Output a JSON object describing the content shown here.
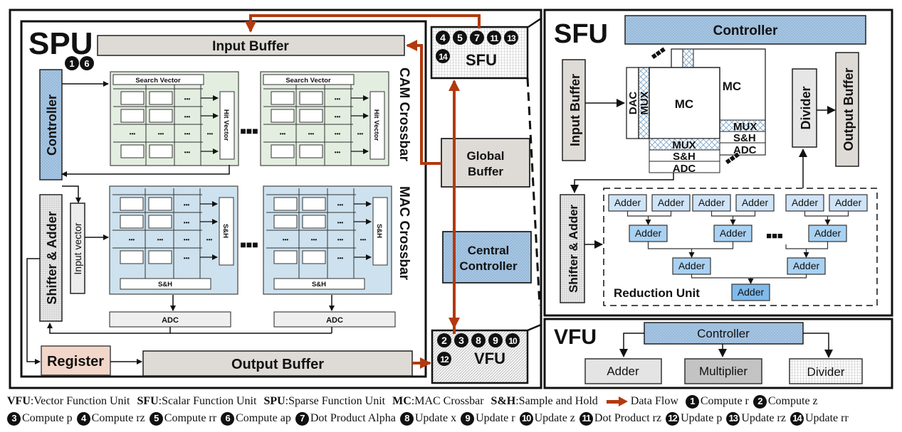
{
  "colors": {
    "data_flow": "#b23a0e",
    "controller_blue": "#a9c7e3",
    "cam_green": "#e3eee0",
    "mac_blue": "#cde2ee",
    "buffer_gray": "#dedbd6",
    "register_pink": "#f2d6c9",
    "adder_blue": "#cfe4f7",
    "adder_blue_mid": "#a9d1f2",
    "adder_blue_dark": "#7fbaea"
  },
  "spu": {
    "title": "SPU",
    "badges": [
      "1",
      "6"
    ],
    "input_buffer": "Input Buffer",
    "controller": "Controller",
    "cam_crossbar_label": "CAM Crossbar",
    "mac_crossbar_label": "MAC Crossbar",
    "search_vector": "Search Vector",
    "hit_vector": "Hit Vector",
    "sh": "S&H",
    "adc": "ADC",
    "input_vector": "Input vector",
    "shifter_adder": "Shifter & Adder",
    "register": "Register",
    "output_buffer": "Output Buffer",
    "ellipsis": "•••",
    "between_ellipsis": "■■■"
  },
  "center": {
    "sfu_box": {
      "label": "SFU",
      "badges": [
        "4",
        "5",
        "7",
        "11",
        "13",
        "14"
      ]
    },
    "global_buffer": "Global Buffer",
    "central_controller": "Central Controller",
    "vfu_box": {
      "label": "VFU",
      "badges": [
        "2",
        "3",
        "8",
        "9",
        "10",
        "12"
      ]
    }
  },
  "sfu_detail": {
    "title": "SFU",
    "controller": "Controller",
    "input_buffer": "Input Buffer",
    "dac": "DAC",
    "mux": "MUX",
    "mc": "MC",
    "sh": "S&H",
    "adc": "ADC",
    "divider": "Divider",
    "output_buffer": "Output Buffer",
    "shifter_adder": "Shifter & Adder",
    "reduction_unit": "Reduction Unit",
    "adder": "Adder",
    "ellipsis": "■■■"
  },
  "vfu_detail": {
    "title": "VFU",
    "controller": "Controller",
    "units": [
      "Adder",
      "Multiplier",
      "Divider"
    ]
  },
  "legend": {
    "abbreviations": [
      {
        "abbr": "VFU",
        "text": ":Vector Function Unit"
      },
      {
        "abbr": "SFU",
        "text": ":Scalar Function Unit"
      },
      {
        "abbr": "SPU",
        "text": ":Sparse Function Unit"
      },
      {
        "abbr": "MC",
        "text": ":MAC Crossbar"
      },
      {
        "abbr": "S&H",
        "text": ":Sample and Hold"
      }
    ],
    "data_flow": "Data Flow",
    "steps": [
      {
        "n": "1",
        "text": "Compute r"
      },
      {
        "n": "2",
        "text": "Compute z"
      },
      {
        "n": "3",
        "text": "Compute p"
      },
      {
        "n": "4",
        "text": "Compute rz"
      },
      {
        "n": "5",
        "text": "Compute rr"
      },
      {
        "n": "6",
        "text": "Compute ap"
      },
      {
        "n": "7",
        "text": "Dot Product Alpha"
      },
      {
        "n": "8",
        "text": "Update x"
      },
      {
        "n": "9",
        "text": "Update r"
      },
      {
        "n": "10",
        "text": "Update z"
      },
      {
        "n": "11",
        "text": "Dot Product rz"
      },
      {
        "n": "12",
        "text": "Update p"
      },
      {
        "n": "13",
        "text": "Update rz"
      },
      {
        "n": "14",
        "text": "Update rr"
      }
    ]
  }
}
